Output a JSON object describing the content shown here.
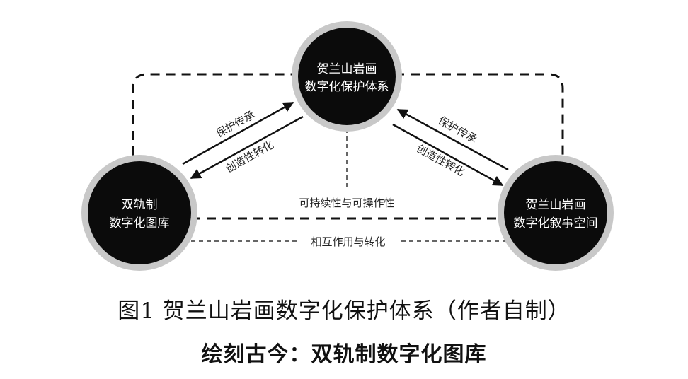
{
  "diagram": {
    "nodes": {
      "top": {
        "line1": "贺兰山岩画",
        "line2": "数字化保护体系"
      },
      "left": {
        "line1": "双轨制",
        "line2": "数字化图库"
      },
      "right": {
        "line1": "贺兰山岩画",
        "line2": "数字化叙事空间"
      }
    },
    "edges": {
      "left_upper": "保护传承",
      "left_lower": "创造性转化",
      "right_upper": "保护传承",
      "right_lower": "创造性转化",
      "center_vertical": "可持续性与可操作性",
      "bottom": "相互作用与转化"
    }
  },
  "caption": "图1 贺兰山岩画数字化保护体系（作者自制）",
  "subtitle": "绘刻古今：双轨制数字化图库"
}
